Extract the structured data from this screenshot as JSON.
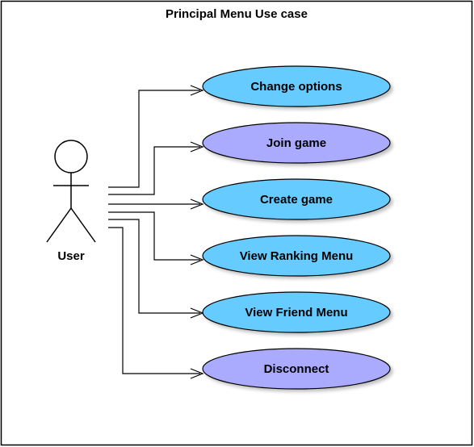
{
  "diagram": {
    "title": "Principal Menu Use case",
    "actor": {
      "name": "User"
    },
    "use_cases": [
      {
        "id": "change-options",
        "label": "Change options",
        "fill": "#66ccff"
      },
      {
        "id": "join-game",
        "label": "Join game",
        "fill": "#aaaaff"
      },
      {
        "id": "create-game",
        "label": "Create game",
        "fill": "#66ccff"
      },
      {
        "id": "view-ranking-menu",
        "label": "View Ranking Menu",
        "fill": "#66ccff"
      },
      {
        "id": "view-friend-menu",
        "label": "View Friend Menu",
        "fill": "#66ccff"
      },
      {
        "id": "disconnect",
        "label": "Disconnect",
        "fill": "#aaaaff"
      }
    ]
  }
}
